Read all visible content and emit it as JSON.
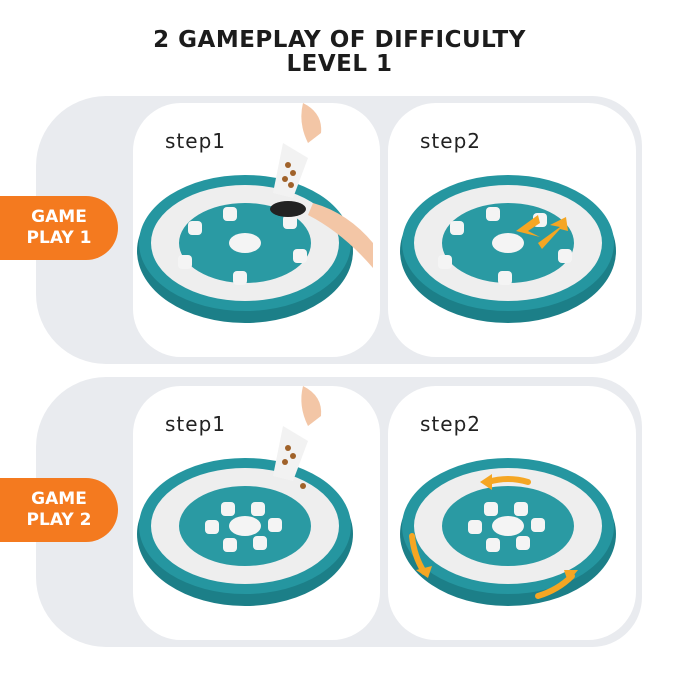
{
  "header": {
    "title_line1": "2 GAMEPLAY OF DIFFICULTY",
    "title_line2": "LEVEL 1"
  },
  "colors": {
    "badge_orange": "#f47a1f",
    "panel_gray": "#e9ebef",
    "toy_teal": "#1f8a92",
    "arrow_orange": "#f5a623"
  },
  "gameplays": [
    {
      "badge_line1": "GAME",
      "badge_line2": "PLAY 1",
      "steps": [
        {
          "label": "step1",
          "illustration": "puzzle-feeder-hand-pouring-kibble"
        },
        {
          "label": "step2",
          "illustration": "puzzle-feeder-slide-arrows"
        }
      ]
    },
    {
      "badge_line1": "GAME",
      "badge_line2": "PLAY 2",
      "steps": [
        {
          "label": "step1",
          "illustration": "puzzle-feeder-scoop-pouring-kibble"
        },
        {
          "label": "step2",
          "illustration": "puzzle-feeder-rotate-arrows"
        }
      ]
    }
  ]
}
